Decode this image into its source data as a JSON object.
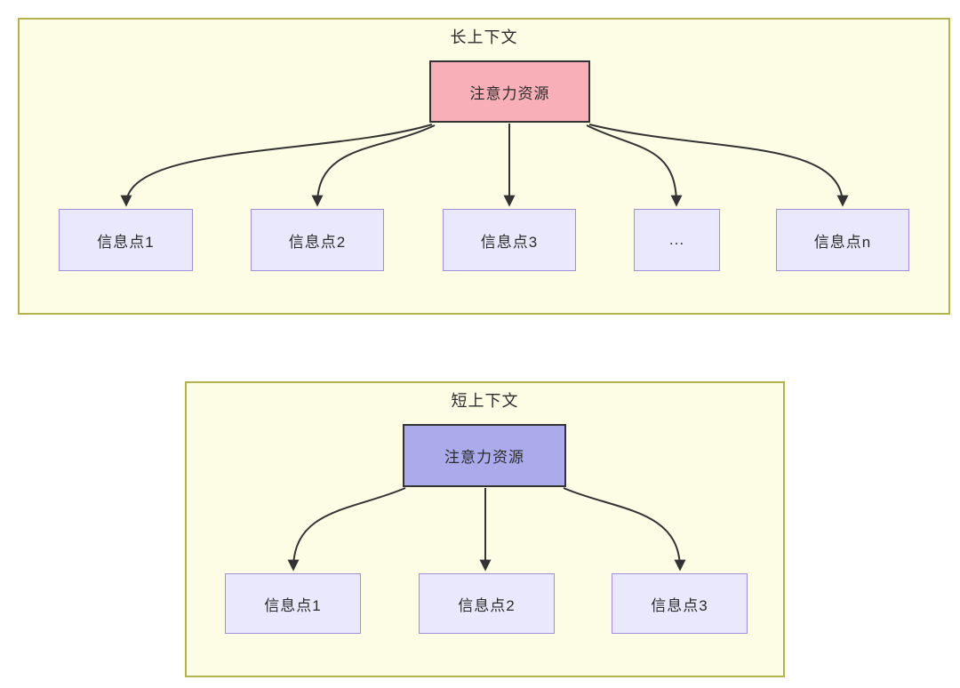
{
  "colors": {
    "container_bg": "#fdfde5",
    "container_border": "#b3b34d",
    "attention_long_fill": "#f9afb7",
    "attention_short_fill": "#ababeb",
    "attention_border": "#333333",
    "node_fill": "#eae8fc",
    "node_border": "#a18fd8",
    "arrow": "#333333"
  },
  "long_context": {
    "title": "长上下文",
    "attention_label": "注意力资源",
    "nodes": [
      "信息点1",
      "信息点2",
      "信息点3",
      "...",
      "信息点n"
    ]
  },
  "short_context": {
    "title": "短上下文",
    "attention_label": "注意力资源",
    "nodes": [
      "信息点1",
      "信息点2",
      "信息点3"
    ]
  }
}
